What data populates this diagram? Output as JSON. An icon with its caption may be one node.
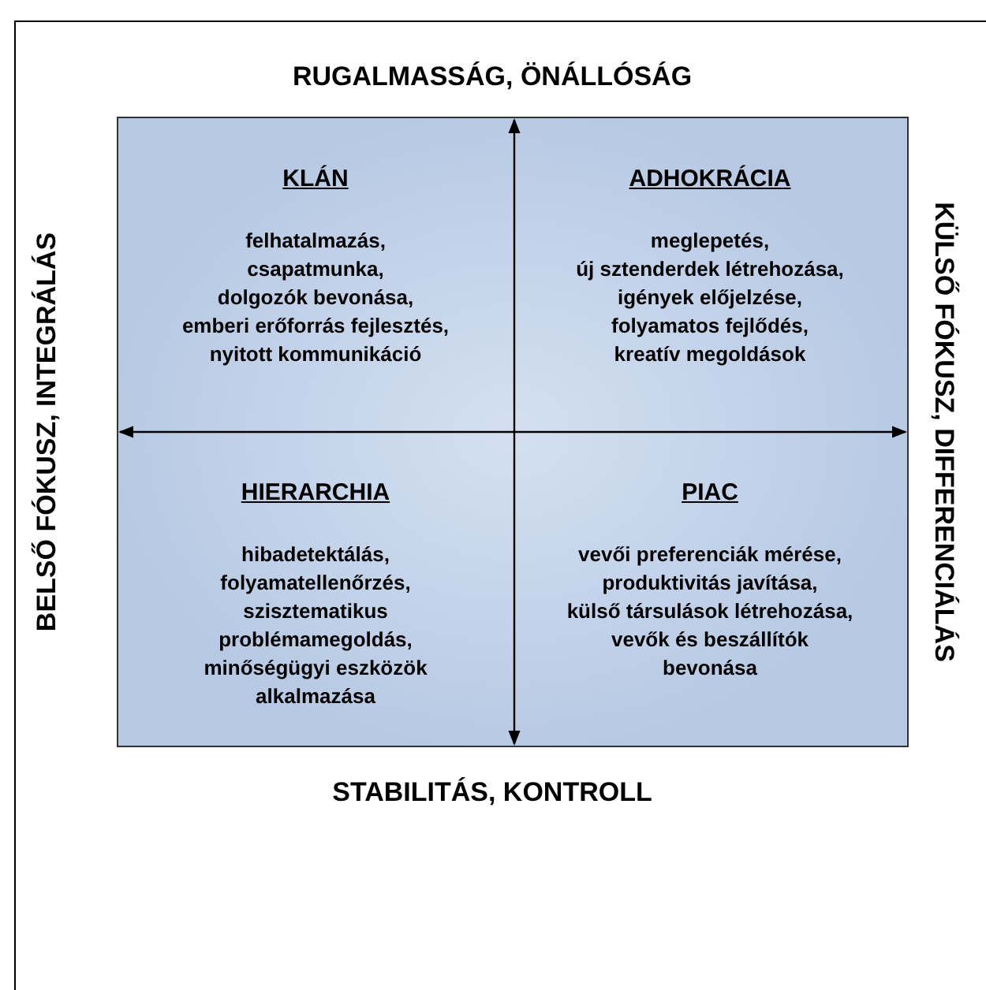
{
  "diagram": {
    "nodes": [
      {
        "text": [],
        "shape": "box"
      },
      {
        "text": [
          "KLÁN",
          "felhatalmazás, csapatmunka, dolgozók bevonása, emberi erőforrás fejlesztés, nyitott kommunikáció"
        ],
        "in": 0
      },
      {
        "text": [
          "ADHOKRÁCIA",
          "meglepetés, új sztenderdek létrehozása, igények előjelzése, folyamatos fejlődés, kreatív megoldások"
        ],
        "in": 0
      },
      {
        "text": [
          "HIERARCHIA",
          "hibadetektálás, folyamatellenőrzés, szisztematikus problémamegoldás, minőségügyi eszközök alkalmazása"
        ],
        "in": 0
      },
      {
        "text": [
          "PIAC",
          "vevői preferenciák mérése, produktivitás javítása, külső társulások létrehozása, vevők és beszállítók bevonása"
        ],
        "in": 0
      }
    ],
    "labels": [
      "RUGALMASSÁG, ÖNÁLLÓSÁG",
      "BELSŐ FÓKUSZ, INTEGRÁLÁS",
      "KÜLSŐ FÓKUSZ, DIFFERENCIÁLÁS",
      "STABILITÁS, KONTROLL"
    ]
  }
}
